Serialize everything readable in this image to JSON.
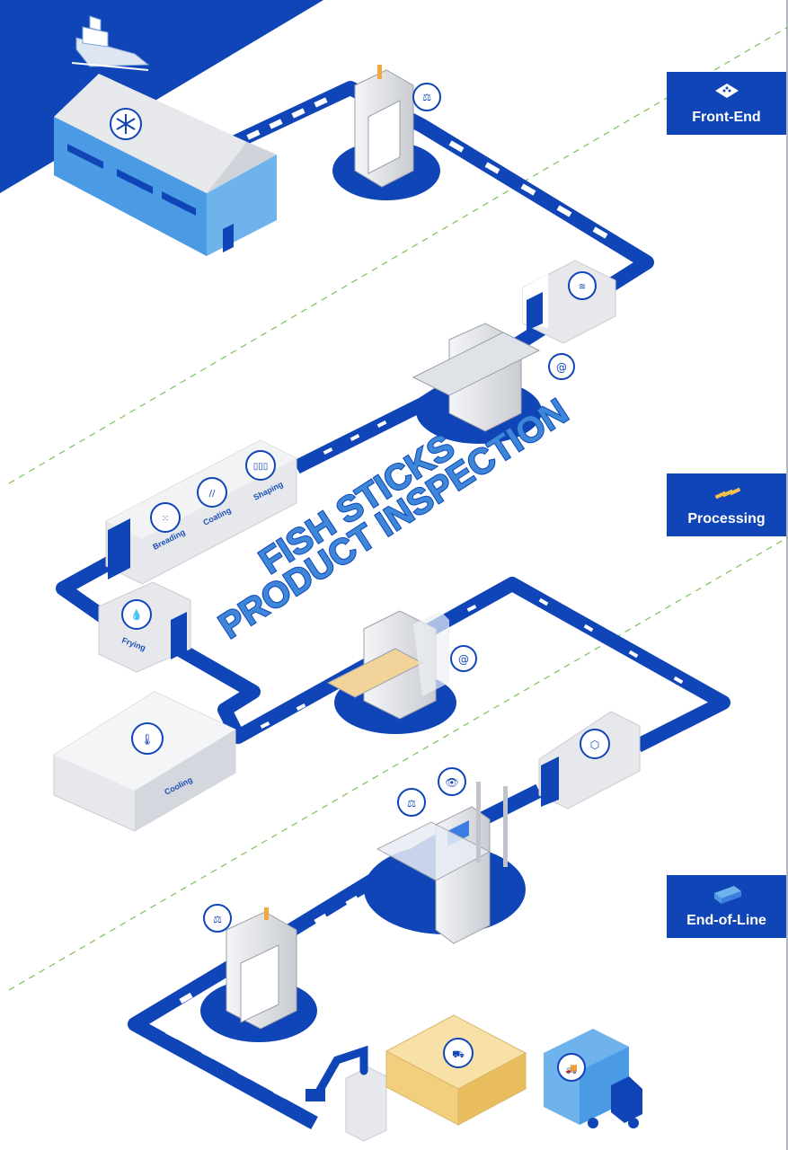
{
  "title": {
    "line1": "FISH STICKS",
    "line2": "PRODUCT INSPECTION"
  },
  "sections": [
    {
      "label": "Front-End",
      "icon": "fish-block-icon"
    },
    {
      "label": "Processing",
      "icon": "fish-sticks-icon"
    },
    {
      "label": "End-of-Line",
      "icon": "fish-box-icon"
    }
  ],
  "stages": {
    "breading": "Breading",
    "coating": "Coating",
    "shaping": "Shaping",
    "frying": "Frying",
    "cooling": "Cooling"
  },
  "colors": {
    "brand": "#1045b8",
    "light_blue": "#6fb3ec",
    "grey": "#e6e8ec",
    "accent_green": "#7cc15a"
  }
}
